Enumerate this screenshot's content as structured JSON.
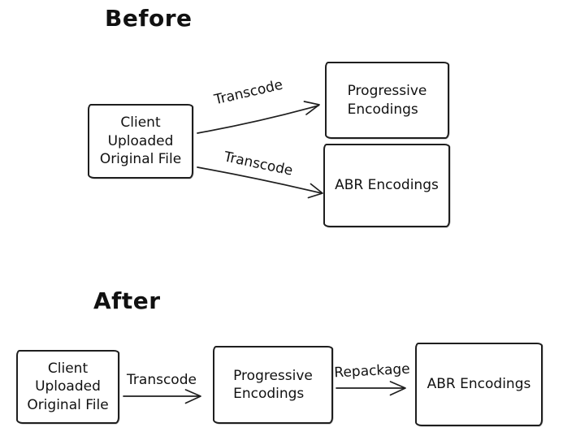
{
  "colors": {
    "stroke": "#1e1e1e",
    "background": "#ffffff",
    "text": "#111111"
  },
  "before": {
    "title": "Before",
    "source_box_label": "Client\nUploaded\nOriginal File",
    "progressive_box_label": "Progressive\nEncodings",
    "abr_box_label": "ABR Encodings",
    "arrow_to_progressive_label": "Transcode",
    "arrow_to_abr_label": "Transcode"
  },
  "after": {
    "title": "After",
    "source_box_label": "Client\nUploaded\nOriginal File",
    "progressive_box_label": "Progressive\nEncodings",
    "abr_box_label": "ABR Encodings",
    "arrow_transcode_label": "Transcode",
    "arrow_repackage_label": "Repackage"
  }
}
